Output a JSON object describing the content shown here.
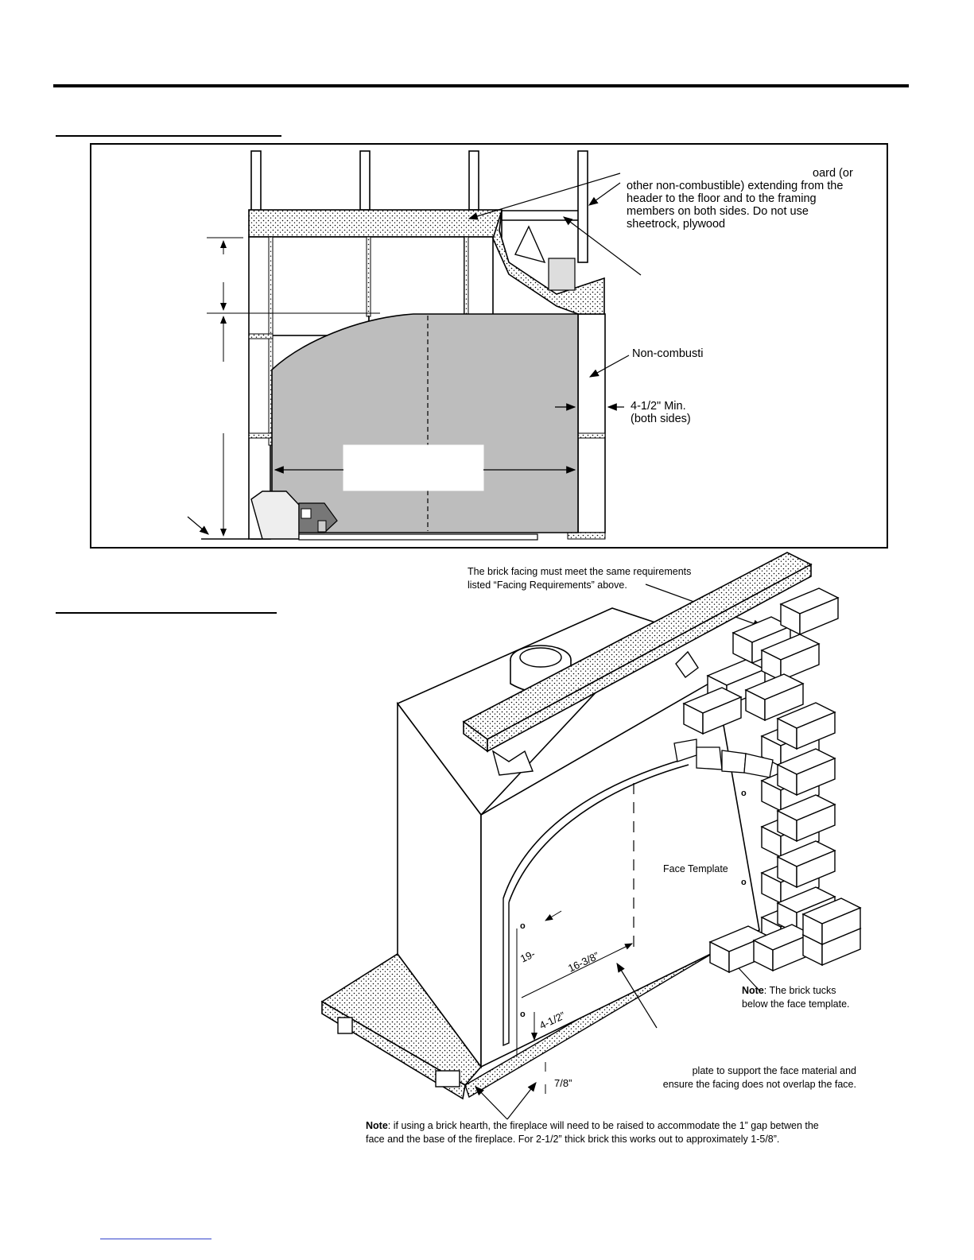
{
  "figure1": {
    "callout_header": [
      "oard (or",
      "other non-combustible) extending from the",
      "header to the floor and to the framing",
      "members on both sides.  Do not use",
      "sheetrock, plywood"
    ],
    "callout_noncombustible": "Non-combusti",
    "callout_min_clearance": "4-1/2\" Min.",
    "callout_both_sides": "(both sides)"
  },
  "figure2": {
    "brick_requirements": [
      "The brick facing must meet the same requirements",
      "listed “Facing Requirements” above."
    ],
    "face_template": "Face Template",
    "dim_19": "19-",
    "dim_16_3_8": "16-3/8”",
    "dim_4_1_2": "4-1/2”",
    "dim_7_8": "7/8”",
    "hole_marker": "o",
    "brick_tucks_note": {
      "bold": "Note",
      "text": ": The brick tucks",
      "line2": "below the face template."
    },
    "plate_note": [
      "plate to support the face material and",
      "ensure the facing does not overlap the face."
    ],
    "hearth_note": {
      "bold": "Note",
      "text": ": if using a brick hearth, the fireplace will need to be raised to accommodate the 1” gap betwen the",
      "line2": "face and the base of the fireplace.  For 2-1/2” thick brick this works out to approximately 1-5/8”."
    }
  }
}
